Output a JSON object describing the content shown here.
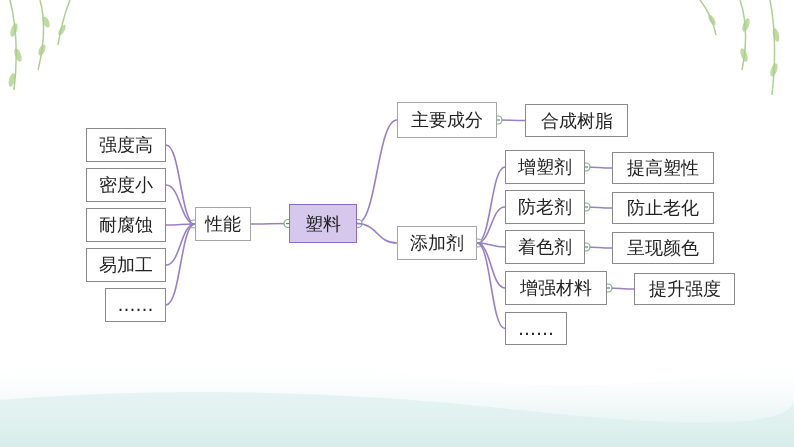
{
  "diagram": {
    "nodes": [
      {
        "text": [
          "塑料"
        ]
      },
      {
        "text": [
          "性能"
        ]
      },
      {
        "text": [
          "强度高"
        ]
      },
      {
        "text": [
          "密度小"
        ]
      },
      {
        "text": [
          "耐腐蚀"
        ]
      },
      {
        "text": [
          "易加工"
        ]
      },
      {
        "text": [
          "……"
        ]
      },
      {
        "text": [
          "主要成分"
        ]
      },
      {
        "text": [
          "合成树脂"
        ]
      },
      {
        "text": [
          "添加剂"
        ]
      },
      {
        "text": [
          "增塑剂"
        ]
      },
      {
        "text": [
          "提高塑性"
        ]
      },
      {
        "text": [
          "防老剂"
        ]
      },
      {
        "text": [
          "防止老化"
        ]
      },
      {
        "text": [
          "着色剂"
        ]
      },
      {
        "text": [
          "呈现颜色"
        ]
      },
      {
        "text": [
          "增强材料"
        ]
      },
      {
        "text": [
          "提升强度"
        ]
      },
      {
        "text": [
          "……"
        ]
      }
    ],
    "edges": [
      {
        "from": 0,
        "to": 1,
        "arrow": "none"
      },
      {
        "from": 1,
        "to": 2,
        "arrow": "none"
      },
      {
        "from": 1,
        "to": 3,
        "arrow": "none"
      },
      {
        "from": 1,
        "to": 4,
        "arrow": "none"
      },
      {
        "from": 1,
        "to": 5,
        "arrow": "none"
      },
      {
        "from": 1,
        "to": 6,
        "arrow": "none"
      },
      {
        "from": 0,
        "to": 7,
        "arrow": "none"
      },
      {
        "from": 7,
        "to": 8,
        "arrow": "none"
      },
      {
        "from": 0,
        "to": 9,
        "arrow": "none"
      },
      {
        "from": 9,
        "to": 10,
        "arrow": "none"
      },
      {
        "from": 10,
        "to": 11,
        "arrow": "none"
      },
      {
        "from": 9,
        "to": 12,
        "arrow": "none"
      },
      {
        "from": 12,
        "to": 13,
        "arrow": "none"
      },
      {
        "from": 9,
        "to": 14,
        "arrow": "none"
      },
      {
        "from": 14,
        "to": 15,
        "arrow": "none"
      },
      {
        "from": 9,
        "to": 16,
        "arrow": "none"
      },
      {
        "from": 16,
        "to": 17,
        "arrow": "none"
      },
      {
        "from": 9,
        "to": 18,
        "arrow": "none"
      }
    ]
  }
}
